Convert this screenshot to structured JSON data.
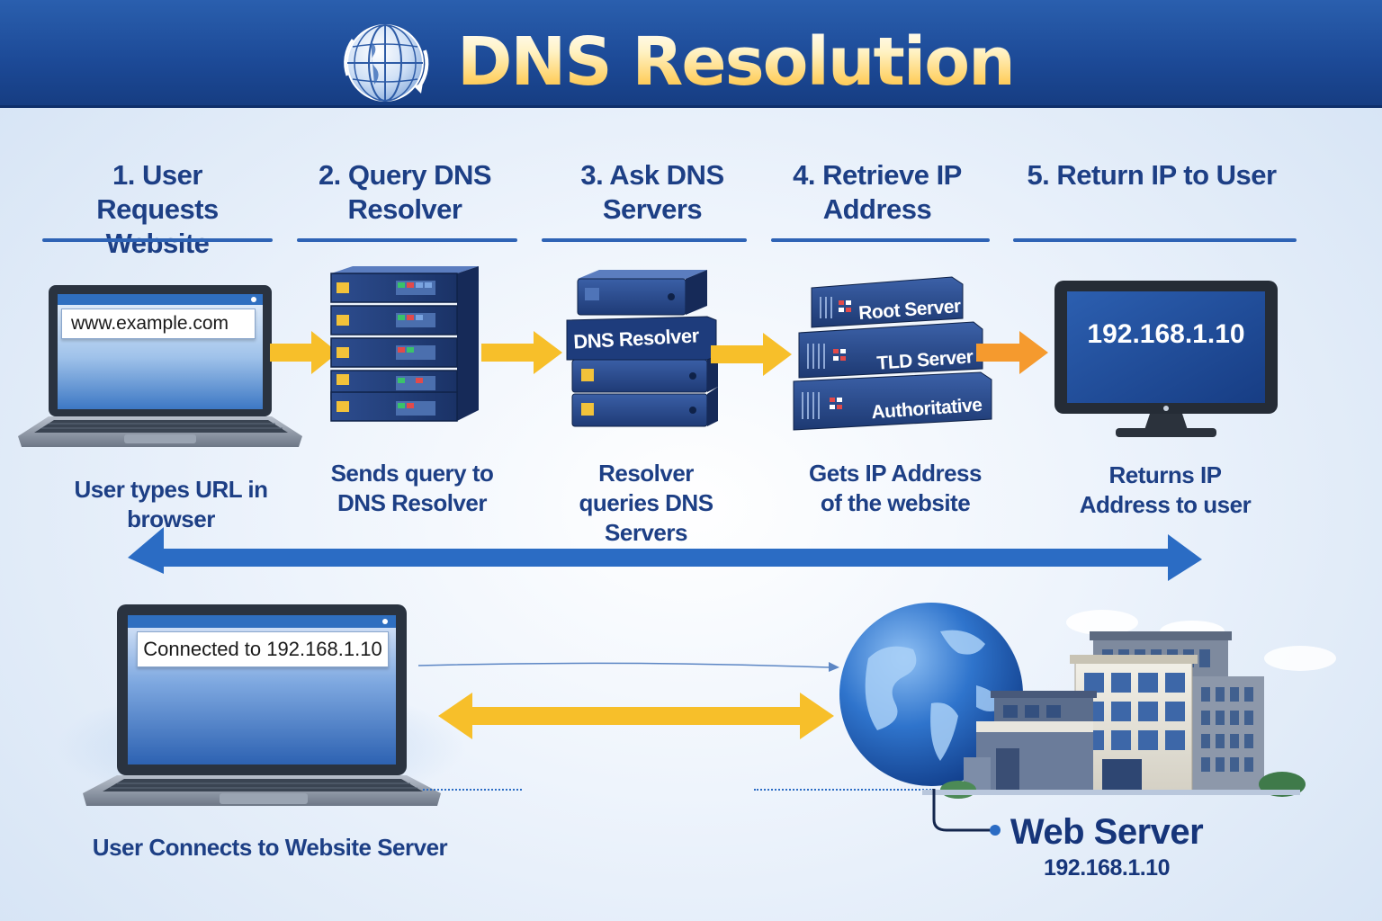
{
  "title": "DNS Resolution",
  "steps": [
    {
      "title": "1. User Requests Website",
      "description": "User types URL in browser"
    },
    {
      "title": "2. Query DNS Resolver",
      "description": "Sends query to DNS Resolver"
    },
    {
      "title": "3. Ask DNS Servers",
      "description": "Resolver queries DNS Servers"
    },
    {
      "title": "4. Retrieve IP Address",
      "description": "Gets IP Address of the website"
    },
    {
      "title": "5. Return IP to User",
      "description": "Returns IP Address to user"
    }
  ],
  "laptop_url": "www.example.com",
  "resolver_label": "DNS Resolver",
  "servers": {
    "root": "Root Server",
    "tld": "TLD Server",
    "authoritative": "Authoritative"
  },
  "monitor_ip": "192.168.1.10",
  "connection": {
    "screen_text": "Connected to 192.168.1.10",
    "caption": "User Connects to Website Server"
  },
  "web_server": {
    "label": "Web Server",
    "ip": "192.168.1.10"
  },
  "colors": {
    "header": "#1c4996",
    "title_gold": "#ffd166",
    "text_blue": "#1d3f85",
    "arrow_yellow": "#f7bf2a",
    "arrow_orange": "#f59a2e",
    "arrow_blue": "#2b6cc4",
    "server_navy": "#24407e"
  }
}
